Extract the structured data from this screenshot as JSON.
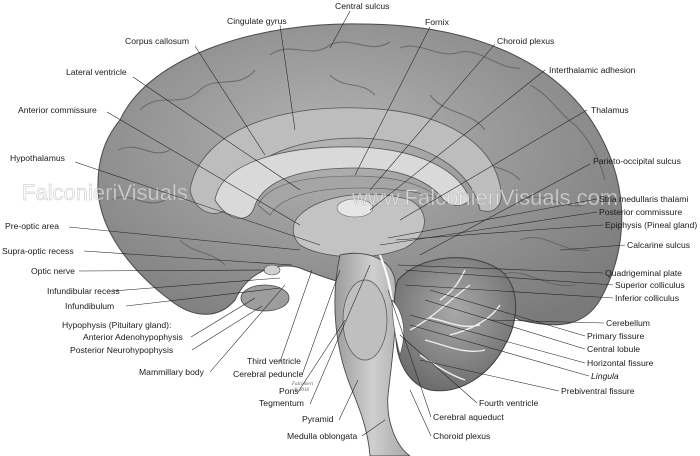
{
  "watermark": {
    "left": "FalconieriVisuals",
    "right": "www.FalconieriVisuals.com",
    "signature": "Falconieri",
    "signature_year": "© 2016"
  },
  "labels": {
    "central_sulcus": "Central sulcus",
    "cingulate_gyrus": "Cingulate gyrus",
    "fornix": "Fornix",
    "corpus_callosum": "Corpus callosum",
    "choroid_plexus_top": "Choroid plexus",
    "lateral_ventricle": "Lateral ventricle",
    "interthalamic_adhesion": "Interthalamic adhesion",
    "anterior_commissure": "Anterior commissure",
    "thalamus": "Thalamus",
    "hypothalamus": "Hypothalamus",
    "parieto_occipital_sulcus": "Parieto-occipital sulcus",
    "stria_medullaris": "Stria medullaris thalami",
    "posterior_commissure": "Posterior commissure",
    "pre_optic_area": "Pre-optic area",
    "epiphysis": "Epiphysis (Pineal gland)",
    "supra_optic_recess": "Supra-optic recess",
    "calcarine_sulcus": "Calcarine sulcus",
    "optic_nerve": "Optic nerve",
    "infundibular_recess": "Infundibular recess",
    "quadrigeminal_plate": "Quadrigeminal plate",
    "superior_colliculus": "Superior colliculus",
    "infundibulum": "Infundibulum",
    "inferior_colliculus": "Inferior colliculus",
    "hypophysis": "Hypophysis (Pituitary gland):",
    "cerebellum": "Cerebellum",
    "anterior_adenohypophysis": "Anterior Adenohypophysis",
    "primary_fissure": "Primary fissure",
    "posterior_neurohypophysis": "Posterior Neurohypophysis",
    "central_lobule": "Central lobule",
    "third_ventricle": "Third ventricle",
    "horizontal_fissure": "Horizontal fissure",
    "mammillary_body": "Mammillary body",
    "cerebral_peduncle": "Cerebral peduncle",
    "lingula": "Lingula",
    "prebiventral_fissure": "Prebiventral fissure",
    "pons": "Pons",
    "tegmentum": "Tegmentum",
    "fourth_ventricle": "Fourth ventricle",
    "pyramid": "Pyramid",
    "cerebral_aqueduct": "Cerebral aqueduct",
    "medulla_oblongata": "Medulla oblongata",
    "choroid_plexus_bottom": "Choroid plexus"
  }
}
